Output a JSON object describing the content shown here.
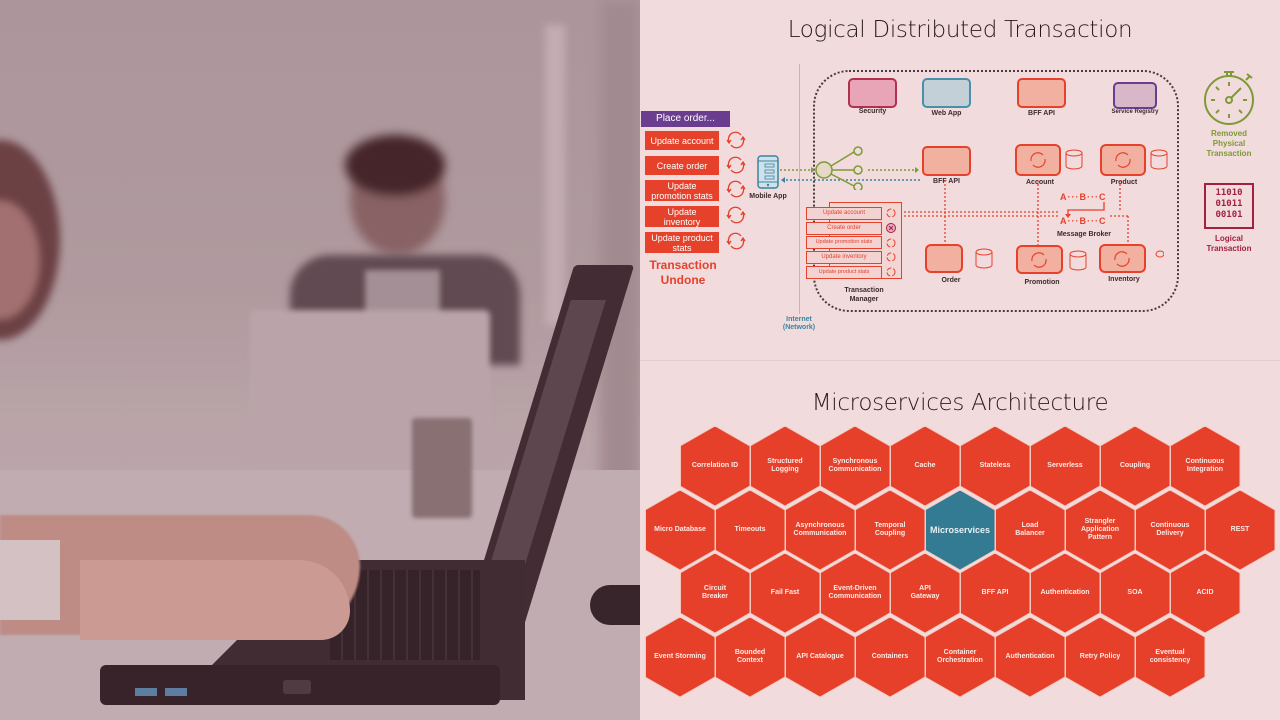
{
  "photo": {
    "description": "Office scene: hands typing on a black laptop, person working in background",
    "overlay_color": "#8a3a50"
  },
  "top_panel": {
    "title": "Logical Distributed Transaction",
    "place_order": "Place order...",
    "steps": [
      "Update account",
      "Create order",
      "Update promotion stats",
      "Update inventory",
      "Update product stats"
    ],
    "steps_display": [
      "Update account",
      "Create order",
      "Update\npromotion stats",
      "Update\ninventory",
      "Update product\nstats"
    ],
    "undone_label": "Transaction Undone",
    "undone_line1": "Transaction",
    "undone_line2": "Undone",
    "mobile_app": "Mobile App",
    "internet_line1": "Internet",
    "internet_line2": "(Network)",
    "services_top": [
      "Security",
      "Web App",
      "BFF API",
      "Service Registry"
    ],
    "bff_api": "BFF API",
    "account": "Account",
    "product": "Product",
    "order": "Order",
    "promotion": "Promotion",
    "inventory": "Inventory",
    "message_broker": "Message Broker",
    "abc": [
      "A",
      "B",
      "C"
    ],
    "transaction_manager_line1": "Transaction",
    "transaction_manager_line2": "Manager",
    "tm_steps": [
      "Update account",
      "Create order",
      "Update promotion stats",
      "Update inventory",
      "Update product stats"
    ],
    "removed_line1": "Removed",
    "removed_line2": "Physical",
    "removed_line3": "Transaction",
    "binary": [
      "11010",
      "01011",
      "00101"
    ],
    "logical_line1": "Logical",
    "logical_line2": "Transaction",
    "colors": {
      "red": "#e6412b",
      "purple": "#6b3d8f",
      "green": "#7d9a35",
      "maroon": "#a3203f",
      "teal": "#3a85a0"
    }
  },
  "bottom_panel": {
    "title": "Microservices Architecture",
    "rows": [
      [
        "Correlation ID",
        "Structured\nLogging",
        "Synchronous\nCommunication",
        "Cache",
        "Stateless",
        "Serverless",
        "Coupling",
        "Continuous\nIntegration"
      ],
      [
        "Micro Database",
        "Timeouts",
        "Asynchronous\nCommunication",
        "Temporal\nCoupling",
        "Microservices",
        "Load\nBalancer",
        "Strangler\nApplication\nPattern",
        "Continuous\nDelivery",
        "REST"
      ],
      [
        "Circuit\nBreaker",
        "Fail Fast",
        "Event-Driven\nCommunication",
        "API\nGateway",
        "BFF API",
        "Authentication",
        "SOA",
        "ACID"
      ],
      [
        "Event Storming",
        "Bounded\nContext",
        "API Catalogue",
        "Containers",
        "Container\nOrchestration",
        "Authentication",
        "Retry Policy",
        "Eventual\nconsistency"
      ]
    ],
    "highlight": "Microservices",
    "colors": {
      "hex": "#e6402a",
      "highlight": "#327b93"
    }
  }
}
